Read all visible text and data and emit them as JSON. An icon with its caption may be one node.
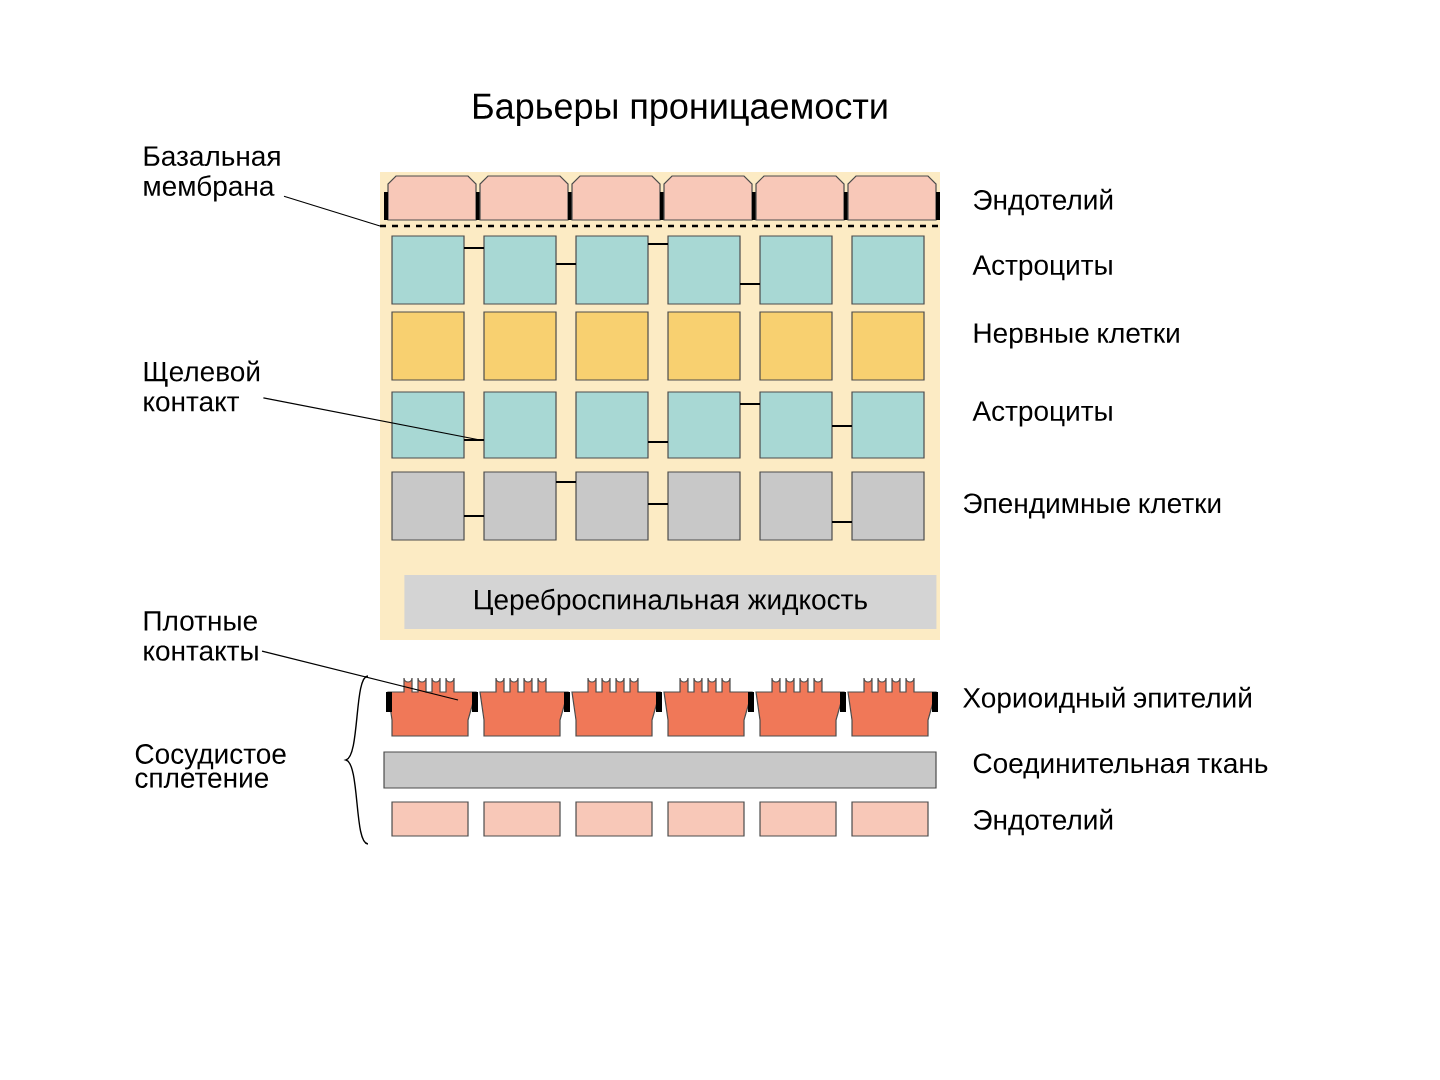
{
  "diagram": {
    "title": "Барьеры проницаемости",
    "nodes": [
      {
        "text": [
          "Базальная мембрана"
        ]
      },
      {
        "text": [
          "Щелевой контакт"
        ]
      },
      {
        "text": [
          "Плотные контакты"
        ]
      },
      {
        "text": [
          "Цереброспинальная жидкость"
        ]
      }
    ],
    "edges": [
      {
        "from": 0,
        "to": null,
        "arrow": "none"
      },
      {
        "from": 1,
        "to": null,
        "arrow": "none"
      },
      {
        "from": 2,
        "to": null,
        "arrow": "none"
      }
    ],
    "labels": [
      "Эндотелий",
      "Астроциты",
      "Нервные клетки",
      "Астроциты",
      "Эпендимные клетки",
      "Хориоидный эпителий",
      "Сосудистое сплетение",
      "Соединительная ткань",
      "Эндотелий"
    ]
  }
}
